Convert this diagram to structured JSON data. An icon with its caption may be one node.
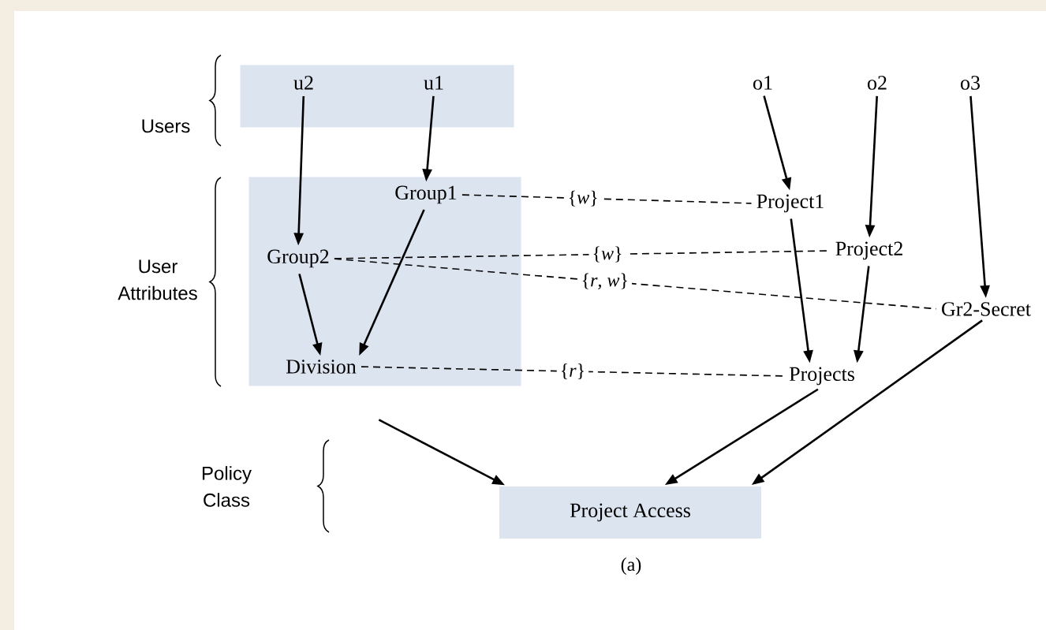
{
  "diagram": {
    "nodes": [
      {
        "text": [],
        "shape": "box"
      },
      {
        "text": [
          "u2"
        ],
        "in": 0
      },
      {
        "text": [
          "u1"
        ],
        "in": 0
      },
      {
        "text": [
          "o1"
        ]
      },
      {
        "text": [
          "o2"
        ]
      },
      {
        "text": [
          "o3"
        ]
      },
      {
        "text": [],
        "shape": "box"
      },
      {
        "text": [
          "Group1"
        ],
        "in": 6
      },
      {
        "text": [
          "Group2"
        ],
        "in": 6
      },
      {
        "text": [
          "Division"
        ],
        "in": 6
      },
      {
        "text": [
          "Project1"
        ]
      },
      {
        "text": [
          "Project2"
        ]
      },
      {
        "text": [
          "Gr2-Secret"
        ]
      },
      {
        "text": [
          "Projects"
        ]
      },
      {
        "text": [
          "Project Access"
        ]
      }
    ],
    "edges": [
      {
        "from": 1,
        "to": 8,
        "arrow": "to"
      },
      {
        "from": 2,
        "to": 7,
        "arrow": "to"
      },
      {
        "from": 3,
        "to": 10,
        "arrow": "to"
      },
      {
        "from": 4,
        "to": 11,
        "arrow": "to"
      },
      {
        "from": 5,
        "to": 12,
        "arrow": "to"
      },
      {
        "from": 8,
        "to": 9,
        "arrow": "to"
      },
      {
        "from": 7,
        "to": 9,
        "arrow": "to"
      },
      {
        "from": 10,
        "to": 13,
        "arrow": "to"
      },
      {
        "from": 11,
        "to": 13,
        "arrow": "to"
      },
      {
        "from": 6,
        "to": 14,
        "arrow": "to"
      },
      {
        "from": 13,
        "to": 14,
        "arrow": "to"
      },
      {
        "from": 12,
        "to": 14,
        "arrow": "to"
      },
      {
        "from": 7,
        "to": 10,
        "arrow": "none",
        "style": "dashed",
        "label": "{*w*}"
      },
      {
        "from": 8,
        "to": 11,
        "arrow": "none",
        "style": "dashed",
        "label": "{*w*}"
      },
      {
        "from": 8,
        "to": 12,
        "arrow": "none",
        "style": "dashed",
        "label": "{*r*, *w*}"
      },
      {
        "from": 9,
        "to": 13,
        "arrow": "none",
        "style": "dashed",
        "label": "{*r*}"
      }
    ],
    "labels": [
      "Users",
      "User Attributes",
      "Policy Class",
      "(a)"
    ]
  }
}
